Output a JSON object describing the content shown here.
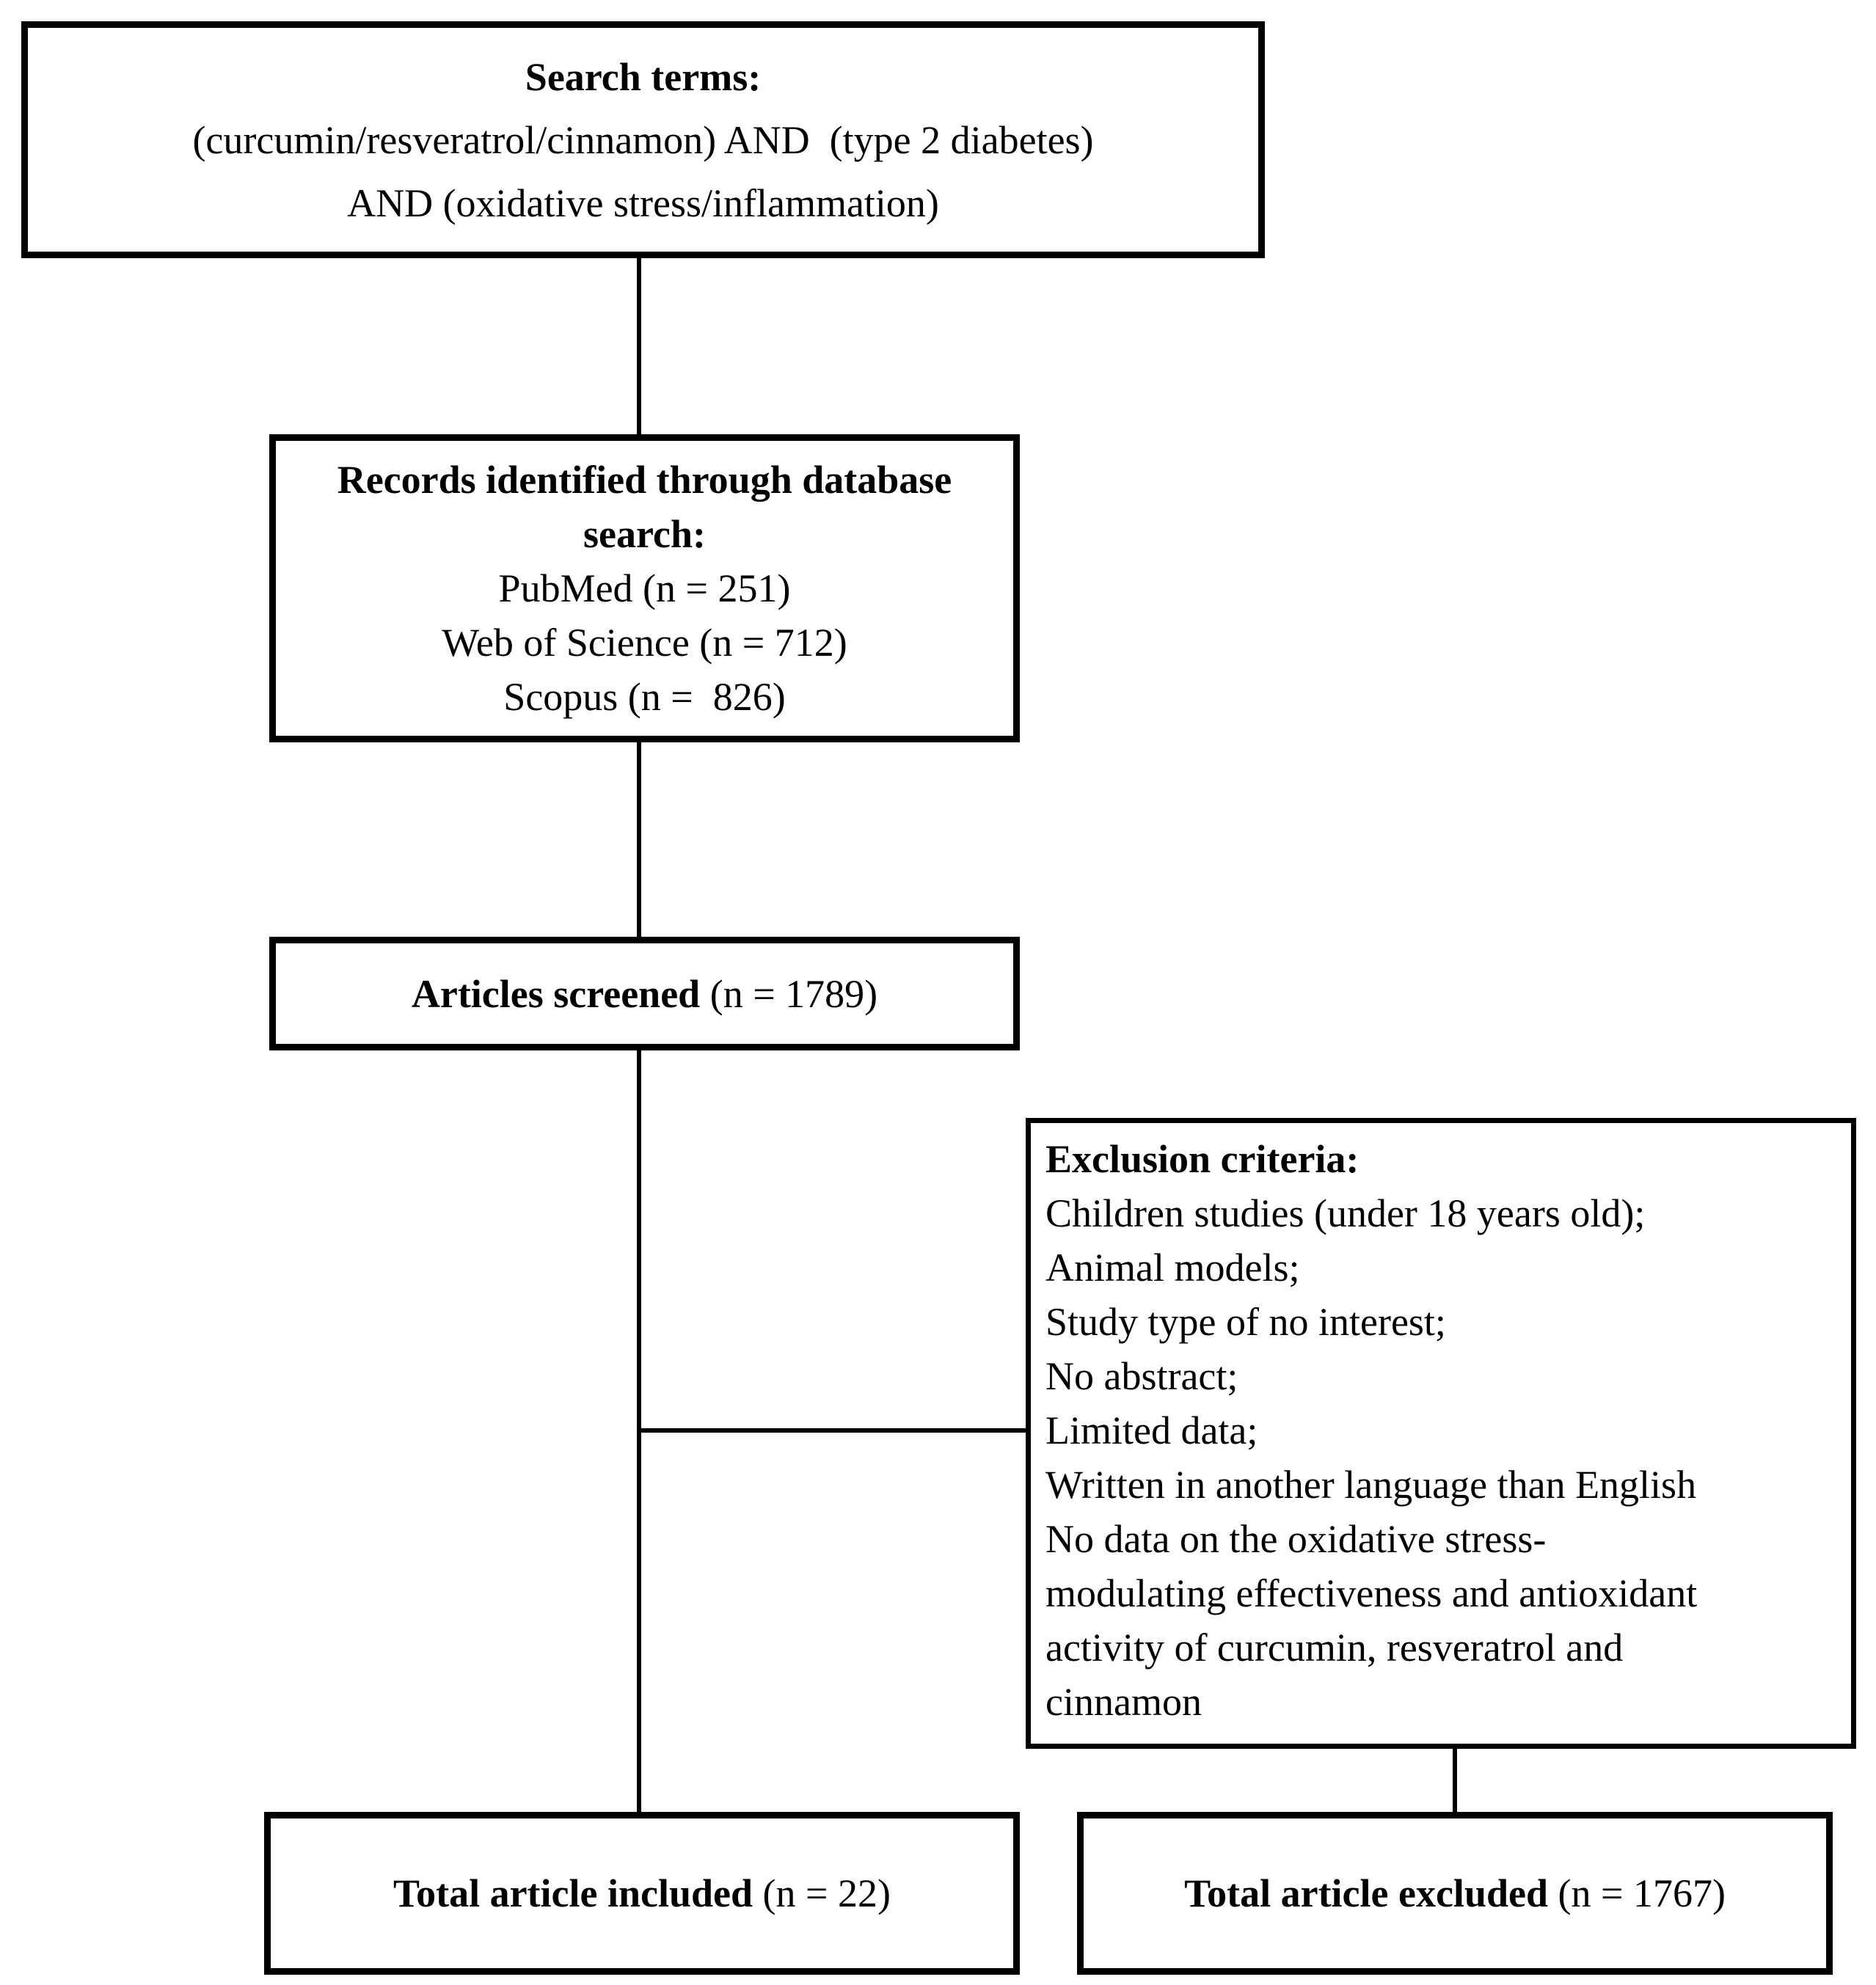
{
  "colors": {
    "border": "#000000",
    "background": "#ffffff",
    "text": "#000000"
  },
  "flowchart": {
    "search_terms_box": {
      "title": "Search terms:",
      "lines": [
        "(curcumin/resveratrol/cinnamon) AND  (type 2 diabetes)",
        "AND (oxidative stress/inflammation)"
      ]
    },
    "records_box": {
      "title_lines": [
        "Records identified through database",
        "search:"
      ],
      "sources": [
        "PubMed (n = 251)",
        "Web of Science (n = 712)",
        "Scopus (n =  826)"
      ]
    },
    "screened_box": {
      "label_bold": "Articles screened",
      "label_rest": " (n = 1789)"
    },
    "exclusion_box": {
      "title": "Exclusion criteria:",
      "lines": [
        "Children studies (under 18 years old);",
        "Animal models;",
        "Study type of no interest;",
        "No abstract;",
        "Limited data;",
        "Written in another language than English",
        "No data on the oxidative stress-",
        "modulating effectiveness and antioxidant",
        "activity of curcumin, resveratrol and",
        "cinnamon"
      ]
    },
    "included_box": {
      "label_bold": "Total article included",
      "label_rest": " (n = 22)"
    },
    "excluded_box": {
      "label_bold": "Total article excluded",
      "label_rest": " (n = 1767)"
    }
  }
}
